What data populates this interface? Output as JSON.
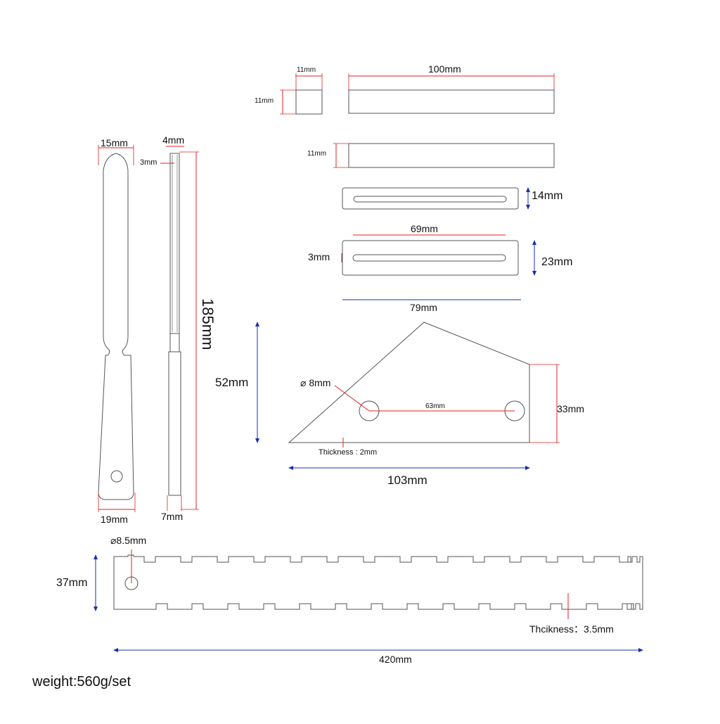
{
  "cube": {
    "width": "11mm",
    "height": "11mm"
  },
  "long_bar": {
    "length": "100mm"
  },
  "flat_bar": {
    "height": "11mm"
  },
  "slot_plate_small": {
    "height": "14mm"
  },
  "slot_plate_large": {
    "slot_length": "69mm",
    "slot_width": "3mm",
    "height": "23mm",
    "length": "79mm"
  },
  "spatula": {
    "top_width": "15mm",
    "bottom_width": "19mm",
    "blade_thickness": "4mm",
    "edge": "3mm",
    "length": "185mm",
    "handle_thickness": "7mm"
  },
  "triangle_gauge": {
    "height": "52mm",
    "hole": "⌀ 8mm",
    "hole_spacing": "63mm",
    "right_height": "33mm",
    "thickness": "Thickness : 2mm",
    "base": "103mm"
  },
  "notched_ruler": {
    "hole": "⌀8.5mm",
    "height": "37mm",
    "thickness": "Thcikness：3.5mm",
    "length": "420mm"
  },
  "footer": {
    "weight": "weight:560g/set"
  }
}
